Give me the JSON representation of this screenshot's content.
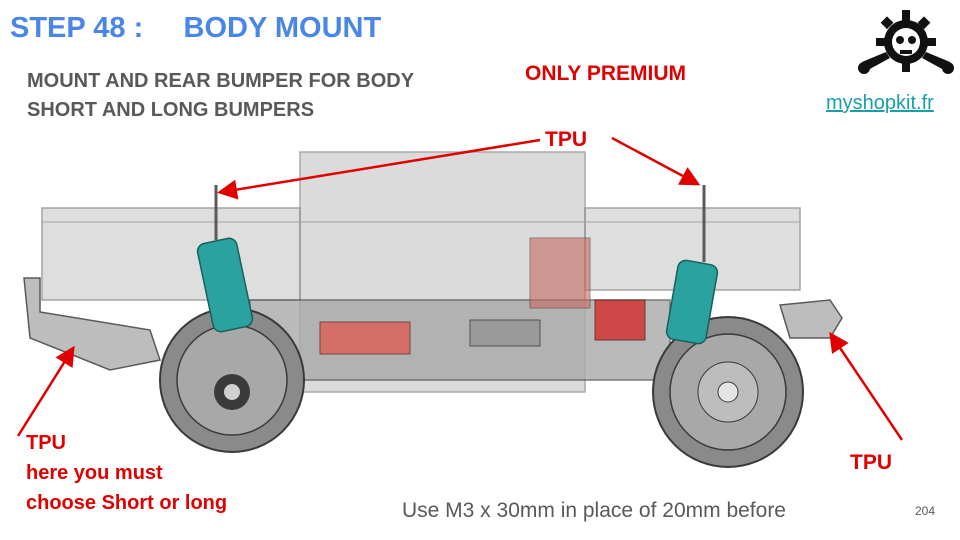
{
  "header": {
    "step_title": "STEP 48 :     BODY MOUNT",
    "subtitle_line1": "MOUNT AND REAR BUMPER FOR BODY",
    "subtitle_line2": "SHORT AND LONG BUMPERS",
    "premium_note": "ONLY PREMIUM"
  },
  "brand": {
    "logo_icon": "gear-skull-wrench-logo",
    "site": "myshopkit.fr"
  },
  "callouts": {
    "tpu_top": "TPU",
    "tpu_left_line1": "TPU",
    "tpu_left_line2": "here you must",
    "tpu_left_line3": "choose Short or long",
    "tpu_right": "TPU"
  },
  "footer": {
    "note": "Use M3 x 30mm in place of 20mm before",
    "page_number": "204"
  },
  "colors": {
    "title_blue": "#4a86e8",
    "callout_red": "#e00000",
    "text_gray": "#595959",
    "link_teal": "#1a9fa8"
  }
}
